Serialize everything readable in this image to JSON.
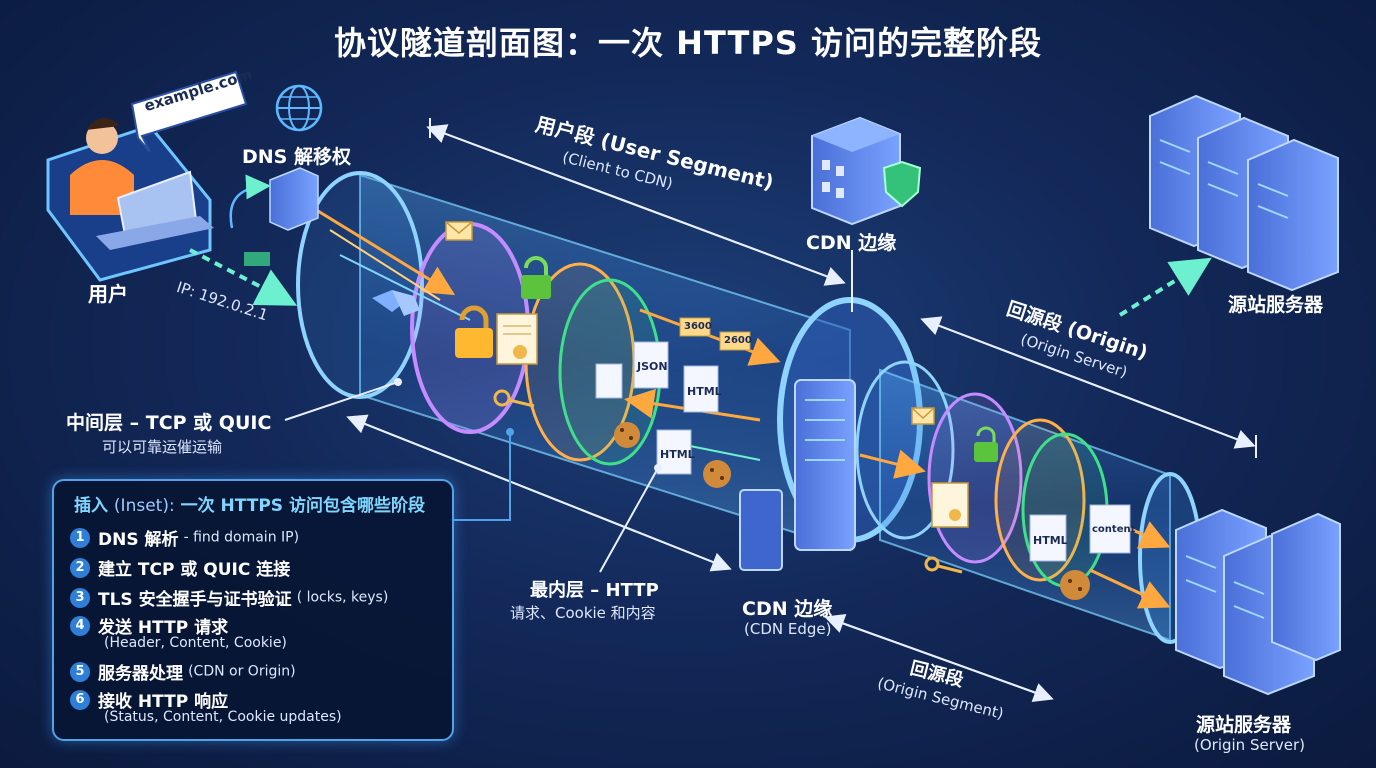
{
  "title": "协议隧道剖面图：一次 HTTPS 访问的完整阶段",
  "user": {
    "label": "用户",
    "bubble": "example.com",
    "ip": "IP: 192.0.2.1"
  },
  "dns": {
    "label": "DNS 解移权"
  },
  "segments": {
    "user": {
      "title": "用户段 (User Segment)",
      "sub": "(Client to CDN)"
    },
    "origin": {
      "title": "回源段 (Origin)",
      "sub": "(Origin Server)"
    },
    "origin2": {
      "title": "回源段",
      "sub": "(Origin Segment)"
    }
  },
  "cdn_top": {
    "label": "CDN 边缘"
  },
  "cdn_bottom": {
    "label": "CDN 边缘",
    "sub": "(CDN Edge)"
  },
  "origin_top": {
    "label": "源站服务器"
  },
  "origin_bottom": {
    "label": "源站服务器",
    "sub": "(Origin Server)"
  },
  "middle_layer": {
    "label": "中间层 – TCP 或 QUIC",
    "sub": "可以可靠运催运输"
  },
  "inner_layer": {
    "label": "最内层 – HTTP",
    "sub": "请求、Cookie 和内容"
  },
  "docs": {
    "json": "JSON",
    "html1": "HTML",
    "html2": "HTML",
    "html3": "HTML",
    "content": "content",
    "c1": "3600",
    "c2": "2600"
  },
  "inset": {
    "title": "插入",
    "title_note": "(Inset):",
    "title_rest": "一次 HTTPS 访问包含哪些阶段",
    "steps": [
      {
        "n": "1",
        "main": "DNS 解析",
        "note": "- find domain IP)"
      },
      {
        "n": "2",
        "main": "建立 TCP 或 QUIC 连接",
        "note": ""
      },
      {
        "n": "3",
        "main": "TLS 安全握手与证书验证",
        "note": "( locks, keys)"
      },
      {
        "n": "4",
        "main": "发送 HTTP 请求",
        "note": "",
        "sub": "(Header, Content, Cookie)"
      },
      {
        "n": "5",
        "main": "服务器处理",
        "note": "(CDN or Origin)"
      },
      {
        "n": "6",
        "main": "接收 HTTP 响应",
        "note": "",
        "sub": "(Status, Content, Cookie updates)"
      }
    ]
  },
  "colors": {
    "outer": "#6ec6ff",
    "tls": "#c58cff",
    "tcp": "#ffb04a",
    "http": "#3fe08a",
    "accent": "#7fd6ff"
  }
}
